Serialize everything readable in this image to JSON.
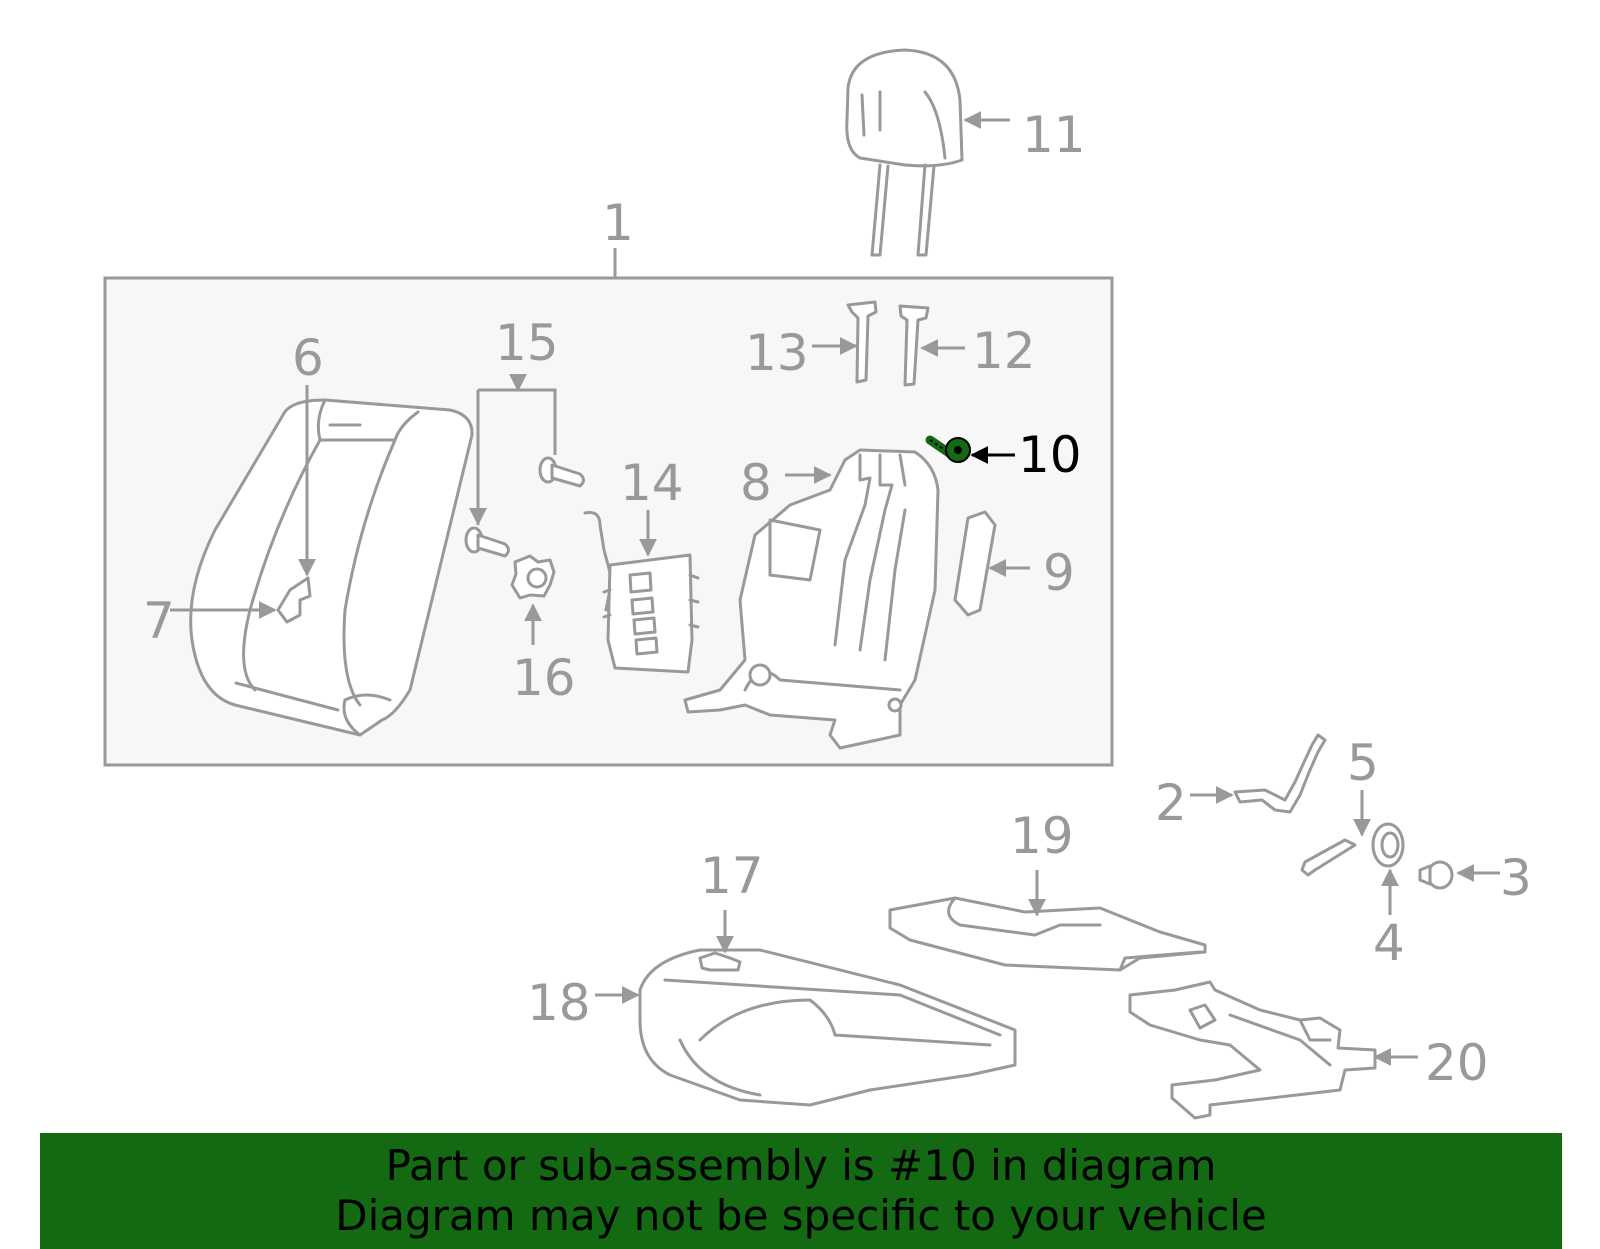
{
  "diagram": {
    "highlighted_part": "10",
    "highlight_color": "#136a13",
    "line_color": "#999999",
    "callouts": {
      "p1": "1",
      "p2": "2",
      "p3": "3",
      "p4": "4",
      "p5": "5",
      "p6": "6",
      "p7": "7",
      "p8": "8",
      "p9": "9",
      "p10": "10",
      "p11": "11",
      "p12": "12",
      "p13": "13",
      "p14": "14",
      "p15": "15",
      "p16": "16",
      "p17": "17",
      "p18": "18",
      "p19": "19",
      "p20": "20"
    }
  },
  "banner": {
    "line1": "Part or sub-assembly is #10 in diagram",
    "line2": "Diagram may not be specific to your vehicle",
    "background": "#136a13"
  }
}
